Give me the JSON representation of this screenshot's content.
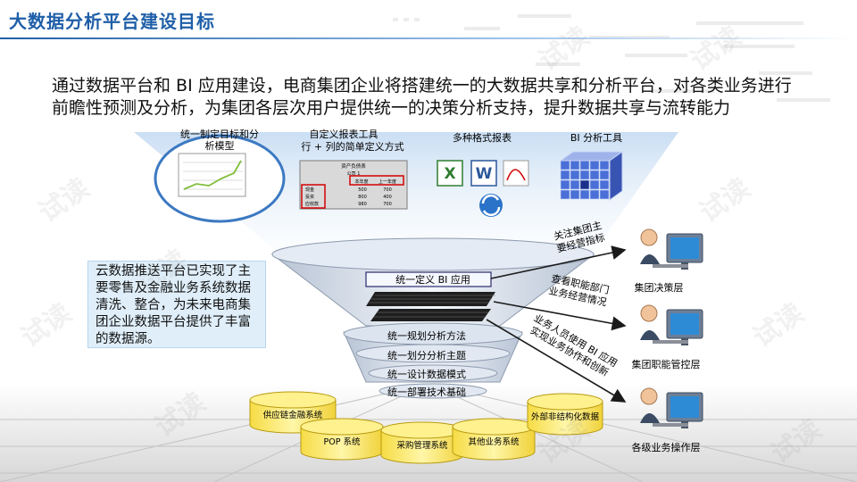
{
  "title": "大数据分析平台建设目标",
  "intro": "通过数据平台和 BI 应用建设，电商集团企业将搭建统一的大数据共享和分析平台，对各类业务进行前瞻性预测及分析，为集团各层次用户提供统一的决策分析支持，提升数据共享与流转能力",
  "tools": {
    "model_label_1": "统一制定目标和分",
    "model_label_2": "析模型",
    "report_label_1": "自定义报表工具",
    "report_label_2": "行 + 列的简单定义方式",
    "formats_label": "多种格式报表",
    "bi_label": "BI  分析工具"
  },
  "report_sheet": {
    "title": "资产负债表",
    "company": "公司 1",
    "col_this_year": "本年度",
    "col_last_year": "上一年度",
    "rows": [
      "现金",
      "投资",
      "应收款"
    ],
    "values": [
      [
        "500",
        "700"
      ],
      [
        "800",
        "400"
      ],
      [
        "980",
        "700"
      ]
    ]
  },
  "funnel": {
    "top_label": "统一定义 BI  应用",
    "layers": [
      "统一规划分析方法",
      "统一划分分析主题",
      "统一设计数据模式",
      "统一部署技术基础"
    ]
  },
  "callout": "云数据推送平台已实现了主要零售及金融业务系统数据清洗、整合，为未来电商集团企业数据平台提供了丰富的数据源。",
  "arrows": {
    "a1_line1": "关注集团主",
    "a1_line2": "要经营指标",
    "a2_line1": "查看职能部门",
    "a2_line2": "业务经营情况",
    "a3_line1": "业务人员使用 BI 应用",
    "a3_line2": "实现业务协作和创新"
  },
  "users": [
    "集团决策层",
    "集团职能管控层",
    "各级业务操作层"
  ],
  "databases": [
    "供应链金融系统",
    "POP 系统",
    "采购管理系统",
    "其他业务系统",
    "外部非结构化数据"
  ],
  "watermark": "试读",
  "colors": {
    "title": "#1f5fa8",
    "funnel": "#c9d4e3",
    "database": "#fbe96a",
    "callout_bg": "#dfeef9",
    "bi_cube": "#4a6fd6"
  }
}
